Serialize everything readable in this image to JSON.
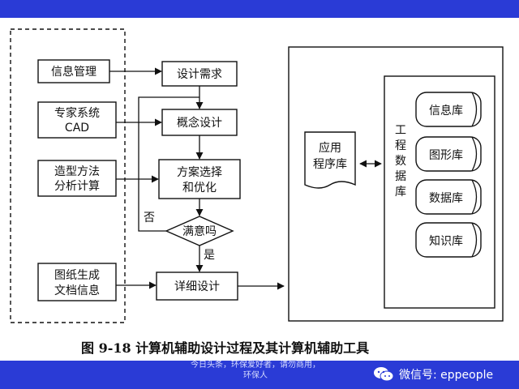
{
  "diagram": {
    "left_boxes": {
      "info_mgmt": "信息管理",
      "expert_1": "专家系统",
      "expert_2": "CAD",
      "modeling_1": "造型方法",
      "modeling_2": "分析计算",
      "drawing_1": "图纸生成",
      "drawing_2": "文档信息"
    },
    "flow": {
      "requirements": "设计需求",
      "concept": "概念设计",
      "scheme_1": "方案选择",
      "scheme_2": "和优化",
      "satisfied": "满意吗",
      "no": "否",
      "yes": "是",
      "detail": "详细设计"
    },
    "right": {
      "app_1": "应用",
      "app_2": "程序库",
      "db_vertical": [
        "工",
        "程",
        "数",
        "据",
        "库"
      ],
      "stores": [
        "信息库",
        "图形库",
        "数据库",
        "知识库"
      ]
    },
    "caption": "图 9-18  计算机辅助设计过程及其计算机辅助工具"
  },
  "footer": {
    "note_1": "今日头条，环保爱好者，请勿商用，",
    "note_2": "环保人",
    "wechat": "微信号: eppeople"
  },
  "colors": {
    "banner": "#2a3bd6"
  }
}
